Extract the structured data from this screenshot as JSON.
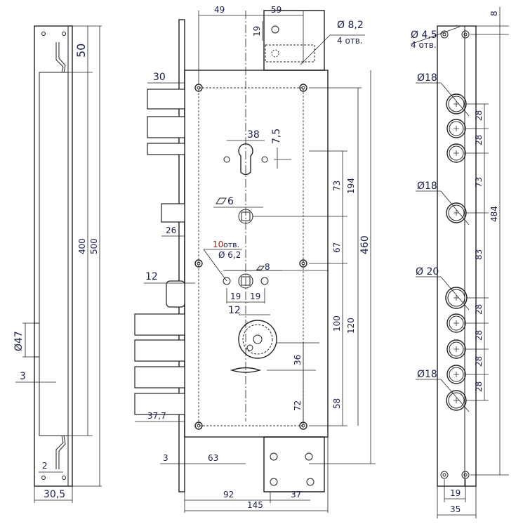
{
  "left_view": {
    "dim_top": "50",
    "dim_400": "400",
    "dim_500": "500",
    "dim_d47": "Ø47",
    "dim_3": "3",
    "dim_2": "2",
    "dim_width": "30,5"
  },
  "center_view": {
    "dim_49": "49",
    "dim_59": "59",
    "dim_19_top": "19",
    "hole_dia": "Ø 8,2",
    "hole_count": "4 отв.",
    "dim_30": "30",
    "dim_38": "38",
    "dim_7_5": "7,5",
    "dim_73": "73",
    "dim_194": "194",
    "square_6": "6",
    "dim_26": "26",
    "dim_67": "67",
    "dim_460": "460",
    "holes10_count": "10",
    "holes10_unit": "отв.",
    "holes10_dia": "Ø 6,2",
    "square_8": "8",
    "dim_12_latch": "12",
    "dim_19_a": "19",
    "dim_19_b": "19",
    "dim_12_gear": "12",
    "dim_100": "100",
    "dim_120": "120",
    "dim_36": "36",
    "dim_72": "72",
    "dim_58": "58",
    "dim_37_7": "37,7",
    "dim_3": "3",
    "dim_63": "63",
    "dim_92": "92",
    "dim_37": "37",
    "dim_145": "145"
  },
  "right_view": {
    "hole_dia": "Ø 4,5",
    "hole_count": "4 отв.",
    "dim_8": "8",
    "d18_a": "Ø18",
    "d18_b": "Ø18",
    "d20": "Ø 20",
    "d18_c": "Ø18",
    "dim_28_1": "28",
    "dim_28_2": "28",
    "dim_73": "73",
    "dim_484": "484",
    "dim_83": "83",
    "dim_28_3": "28",
    "dim_28_4": "28",
    "dim_28_5": "28",
    "dim_28_6": "28",
    "dim_19": "19",
    "dim_35": "35"
  }
}
